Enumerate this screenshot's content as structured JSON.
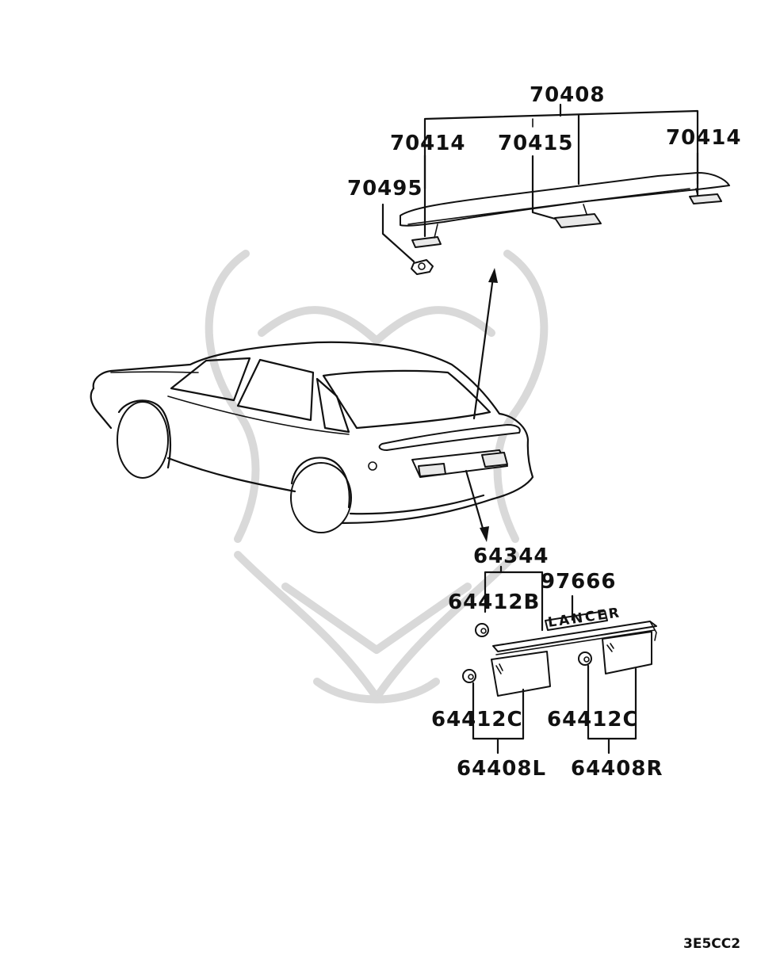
{
  "colors": {
    "ink": "#111111",
    "watermark": "#d9d9d9",
    "background": "#ffffff"
  },
  "labels": {
    "spoiler_assy": "70408",
    "spoiler_pad_left": "70414",
    "spoiler_pad_center": "70415",
    "spoiler_pad_right": "70414",
    "spoiler_nut": "70495",
    "garnish_assy": "64344",
    "emblem": "97666",
    "clip_upper": "64412B",
    "clip_lower_left": "64412C",
    "clip_lower_right": "64412C",
    "garnish_left": "64408L",
    "garnish_right": "64408R",
    "emblem_text": "LANCER"
  },
  "diagram_code": "3E5CC2"
}
